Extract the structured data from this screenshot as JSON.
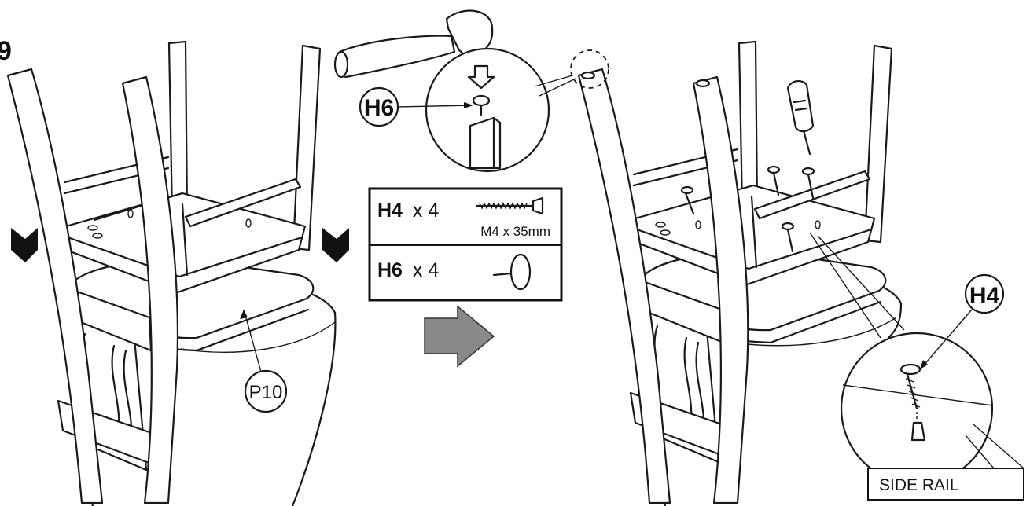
{
  "step_number": "9",
  "labels": {
    "seat_part": "P10",
    "nail_callout": "H6",
    "screw_callout": "H4",
    "side_rail": "SIDE RAIL"
  },
  "parts_table": {
    "rows": [
      {
        "code": "H4",
        "qty": "x 4",
        "size": "M4 x 35mm",
        "icon": "screw-icon"
      },
      {
        "code": "H6",
        "qty": "x 4",
        "size": "",
        "icon": "nail-icon"
      }
    ]
  },
  "icons": {
    "step_arrow": "grey-right-arrow-icon",
    "hammer": "hammer-icon",
    "screwdriver": "screwdriver-icon",
    "chevrons": "down-chevron-icon"
  },
  "colors": {
    "ink": "#1a1a1a",
    "arrow_fill": "#8a8888",
    "chevron_fill": "#111111"
  }
}
